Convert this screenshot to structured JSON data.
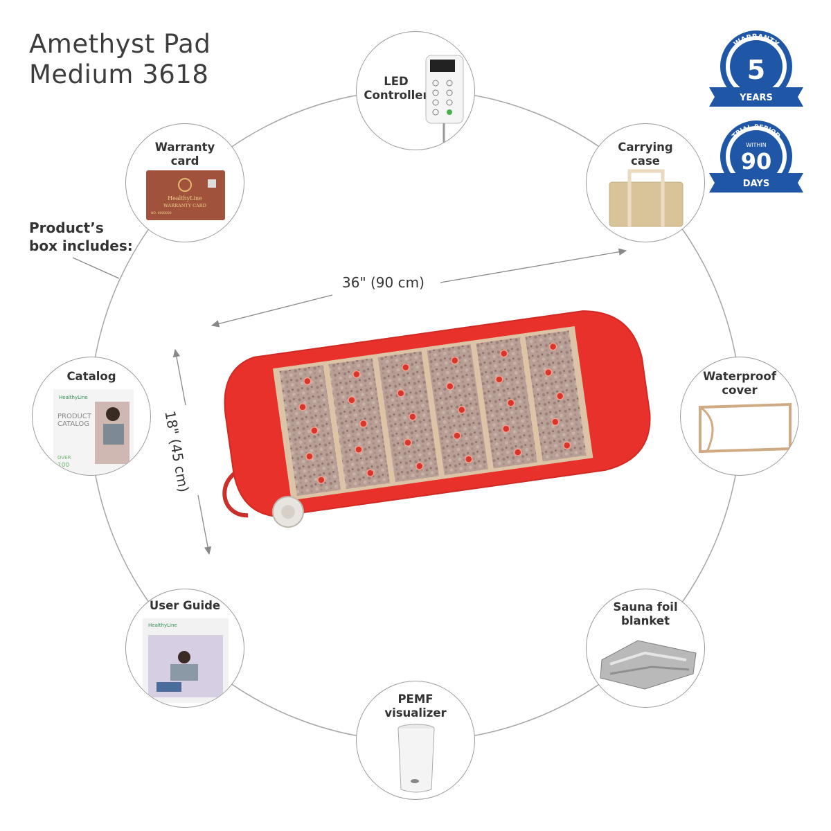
{
  "title": {
    "line1": "Amethyst Pad",
    "line2": "Medium 3618"
  },
  "box_note": {
    "line1": "Product’s",
    "line2": "box includes:"
  },
  "dimensions": {
    "length": "36\" (90 cm)",
    "width": "18\" (45 cm)"
  },
  "items": {
    "led_controller": {
      "line1": "LED",
      "line2": "Controller"
    },
    "carrying_case": {
      "line1": "Carrying",
      "line2": "case"
    },
    "waterproof_cover": {
      "line1": "Waterproof",
      "line2": "cover"
    },
    "sauna_blanket": {
      "line1": "Sauna foil",
      "line2": "blanket"
    },
    "pemf": {
      "line1": "PEMF",
      "line2": "visualizer"
    },
    "user_guide": {
      "line1": "User Guide"
    },
    "catalog": {
      "line1": "Catalog"
    },
    "warranty_card": {
      "line1": "Warranty",
      "line2": "card"
    }
  },
  "warranty_card_print": {
    "brand": "HealthyLine",
    "title": "WARRANTY CARD",
    "serial": "NO. 0000000"
  },
  "catalog_print": {
    "brand": "HealthyLine",
    "title1": "PRODUCT",
    "title2": "CATALOG",
    "over": "OVER",
    "count": "100"
  },
  "guide_print": {
    "brand": "HealthyLine"
  },
  "badges": {
    "warranty": {
      "arc": "WARRANTY",
      "number": "5",
      "unit": "YEARS"
    },
    "trial": {
      "arc": "TRIAL PERIOD",
      "within": "WITHIN",
      "number": "90",
      "unit": "DAYS"
    }
  },
  "colors": {
    "pad_red": "#e8312b",
    "badge_blue": "#1f57a6",
    "ring": "#9a9a9a"
  }
}
